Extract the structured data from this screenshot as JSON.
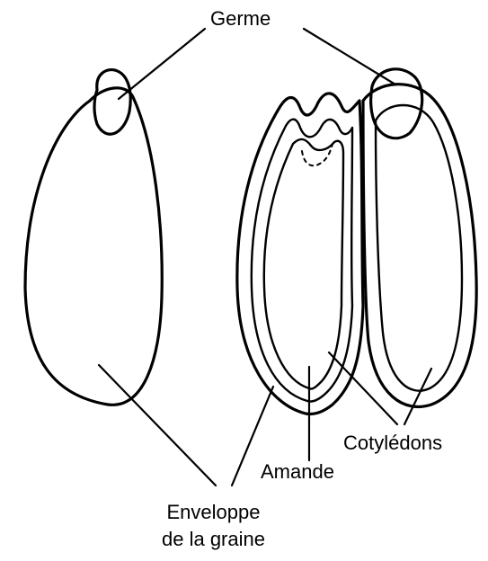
{
  "labels": {
    "germe": "Germe",
    "cotyledons": "Cotylédons",
    "amande": "Amande",
    "enveloppe_line1": "Enveloppe",
    "enveloppe_line2": "de la graine"
  },
  "colors": {
    "ink": "#000000",
    "background": "#ffffff"
  }
}
